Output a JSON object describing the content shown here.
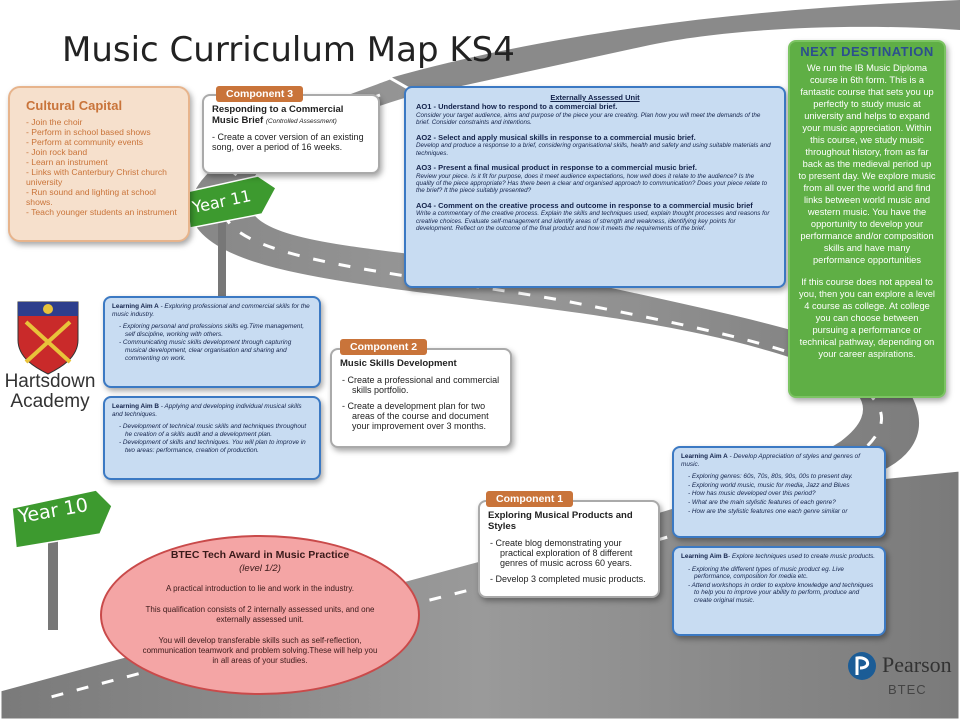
{
  "title": "Music Curriculum Map KS4",
  "cultural_capital": {
    "heading": "Cultural Capital",
    "items": [
      "Join the choir",
      "Perform in school based shows",
      "Perform at community events",
      "Join rock band",
      "Learn an instrument",
      "Links with Canterbury Christ church university",
      "Run sound and lighting at school shows.",
      "Teach younger students an instrument"
    ]
  },
  "component3": {
    "tag": "Component 3",
    "heading": "Responding to a Commercial Music Brief",
    "note": "(Controlled Assessment)",
    "text": "- Create a cover version of an existing song, over a period of 16 weeks."
  },
  "external_unit": {
    "heading": "Externally Assessed Unit",
    "aos": [
      {
        "title": "AO1 - Understand how to respond to a commercial brief.",
        "text": "Consider your target audience, aims and purpose of the piece your are creating. Plan how you will meet the demands of the brief. Consider constraints and intentions."
      },
      {
        "title": "AO2 - Select and apply musical skills in response to a commercial music brief.",
        "text": "Develop and produce a response to a brief, considering organisational skills, health and safety and using suitable materials and techniques."
      },
      {
        "title": "AO3 - Present a final musical product in response to a commercial music brief.",
        "text": "Review your piece. Is it fit for purpose, does it meet audience expectations, how well does it relate to the audience? Is the quality of the piece appropriate? Has there been a clear and organised approach to communication? Does your piece relate to the brief? It the piece suitably presented?"
      },
      {
        "title": "AO4 - Comment on the creative process and outcome in response to a commercial music brief",
        "text": "Write a commentary of the creative process. Explain the skills and techniques used, explain thought processes and reasons for creative choices. Evaluate self-management and identify areas of strength and weakness, identifying key points for development. Reflect on the outcome of the final product and how it meets the requirements of the brief."
      }
    ]
  },
  "next_destination": {
    "heading": "NEXT DESTINATION",
    "para1": "We run the IB Music Diploma course in 6th form. This is a fantastic course that sets you up perfectly to study music at university and helps to expand your music appreciation. Within this course, we study music throughout history, from as far back as the medieval period up to present day. We explore music from all over the world and find links between world music and western music. You have the opportunity to develop your performance and/or composition skills and have many performance opportunities",
    "para2": "If this course does not appeal to you, then you can explore a level 4 course as college. At college you can choose between pursuing a performance or technical pathway, depending on your career aspirations."
  },
  "year11": "Year 11",
  "year10": "Year 10",
  "school": {
    "line1": "Hartsdown",
    "line2": "Academy"
  },
  "comp2_aims": {
    "a_title": "Learning Aim A",
    "a_desc": " - Exploring professional and commercial skills for the music industry.",
    "a_items": [
      "Exploring personal and professions skills eg.Time management, self discipline, working with others.",
      "Communicating music skills development through capturing musical development, clear organisation and sharing and commenting on work."
    ],
    "b_title": "Learning Aim B",
    "b_desc": " - Applying and developing individual musical skills and techniques.",
    "b_items": [
      "Development of technical music skills and techniques throughout he creation of a skills audit and a development plan.",
      "Development of skills and techniques. You will plan to improve in two areas: performance, creation of production."
    ]
  },
  "component2": {
    "tag": "Component 2",
    "heading": "Music Skills Development",
    "items": [
      "Create a professional and commercial skills portfolio.",
      "Create a development plan for two areas of the course and document your improvement over 3 months."
    ]
  },
  "component1": {
    "tag": "Component 1",
    "heading": "Exploring Musical Products and Styles",
    "items": [
      "Create blog demonstrating your practical exploration of 8 different genres of music across 60 years.",
      "Develop 3 completed music products."
    ]
  },
  "comp1_aims": {
    "a_title": "Learning Aim A",
    "a_desc": " - Develop Appreciation of styles and genres of music.",
    "a_items": [
      "Exploring genres: 60s, 70s, 80s, 90s, 00s to present day.",
      "Exploring world music, music for media, Jazz and Blues",
      "How has music developed over this period?",
      "What are the main stylistic features of each genre?",
      "How are the stylistic features one each genre similar or"
    ],
    "b_title": "Learning Aim B",
    "b_desc": "- Explore techniques used to create music products.",
    "b_items": [
      "Exploring the different types of music product eg. Live performance, composition for media etc.",
      "Attend workshops in order to explore knowledge and techniques to help you to improve your ability to perform, produce and create original music."
    ]
  },
  "btec": {
    "title": "BTEC Tech Award in Music Practice",
    "subtitle": "(level 1/2)",
    "p1": "A practical introduction to lie and work in the industry.",
    "p2": "This qualification consists of 2 internally assessed units, and one externally assessed unit.",
    "p3": "You will develop transferable skills such as self-reflection, communication teamwork and problem solving.These will help you in all areas of your studies."
  },
  "pearson": {
    "name": "Pearson",
    "sub": "BTEC"
  },
  "colors": {
    "road": "#8d8d8d",
    "blue_box": "#c8dcf2",
    "green": "#5faf45",
    "orange": "#c9743a",
    "pink": "#f4a5a5"
  }
}
